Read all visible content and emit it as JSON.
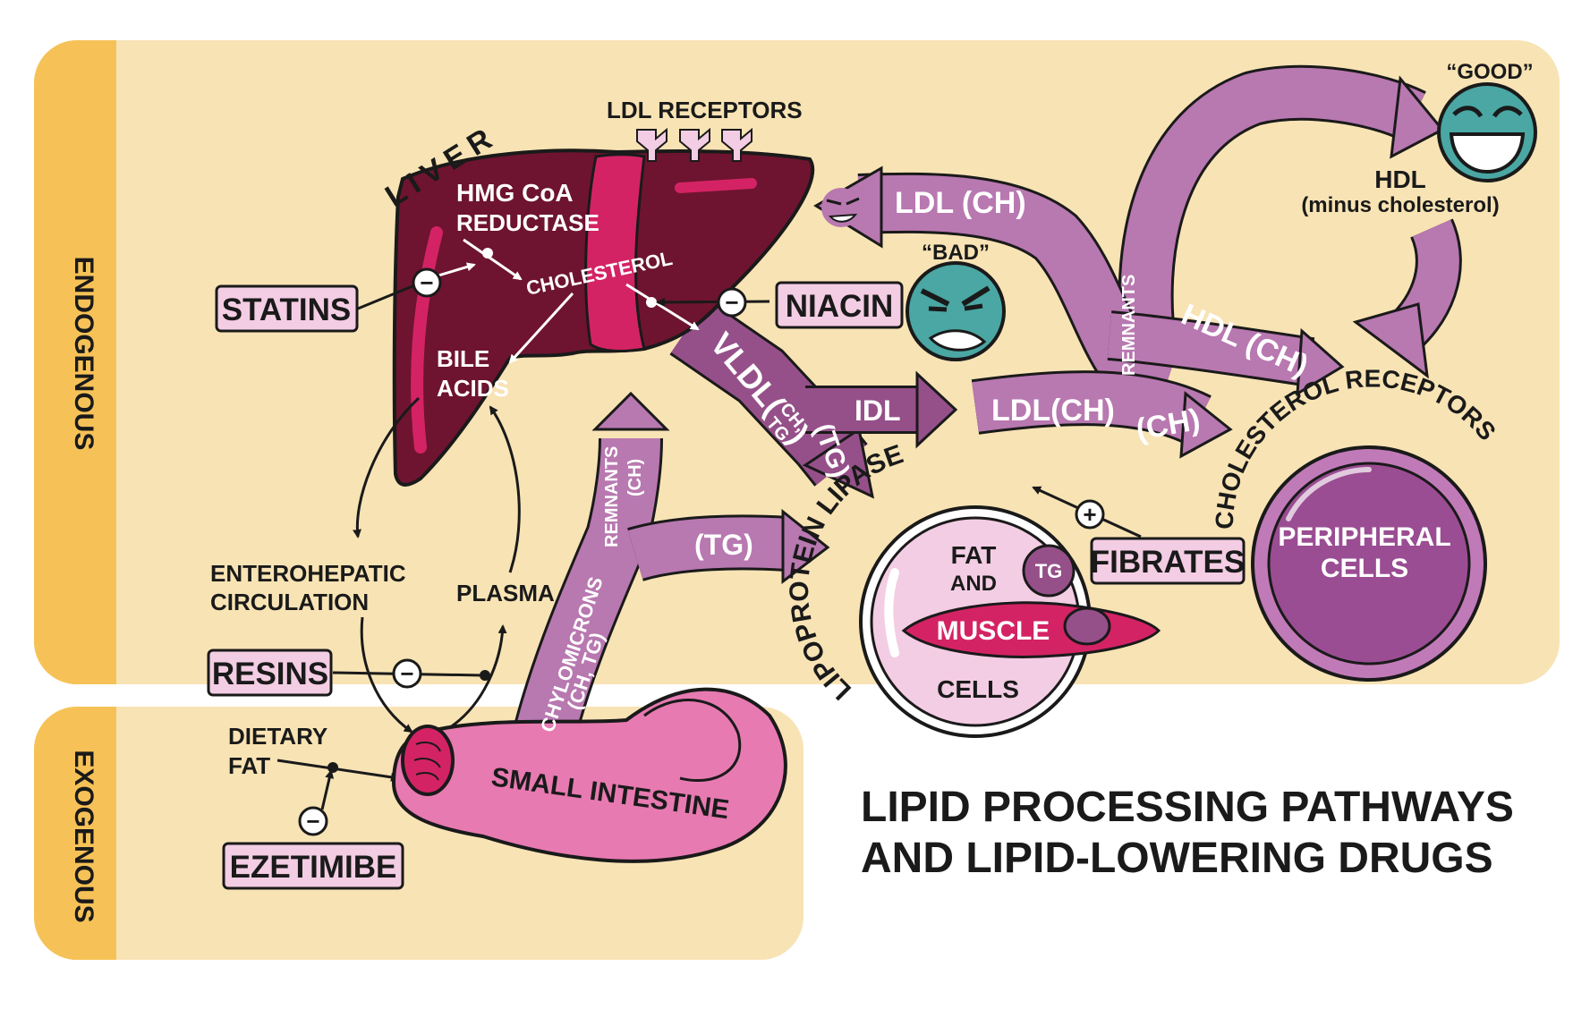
{
  "title": {
    "line1": "LIPID PROCESSING PATHWAYS",
    "line2": "AND LIPID-LOWERING DRUGS"
  },
  "sections": {
    "endogenous": "ENDOGENOUS",
    "exogenous": "EXOGENOUS"
  },
  "liver": {
    "label": "LIVER",
    "enzyme_line1": "HMG CoA",
    "enzyme_line2": "REDUCTASE",
    "cholesterol": "CHOLESTEROL",
    "bile_line1": "BILE",
    "bile_line2": "ACIDS",
    "receptors": "LDL RECEPTORS"
  },
  "drugs": {
    "statins": "STATINS",
    "niacin": "NIACIN",
    "resins": "RESINS",
    "ezetimibe": "EZETIMIBE",
    "fibrates": "FIBRATES"
  },
  "signs": {
    "minus": "−",
    "plus": "+"
  },
  "flows": {
    "vldl_main": "VLDL(",
    "vldl_ch": "CH,",
    "vldl_tg": "TG",
    "vldl_close": ")",
    "idl": "IDL",
    "tg_from_vldl": "(TG)",
    "ldl_ch_top": "LDL (CH)",
    "ldl_ch_mid": "LDL(CH)",
    "ch_mid": "(CH)",
    "hdl_ch": "HDL (CH)",
    "remnants_right": "REMNANTS",
    "remnants_chylo": "REMNANTS",
    "remnants_chylo_ch": "(CH)",
    "chylomicrons": "CHYLOMICRONS",
    "chylomicrons_sub": "(CH, TG)",
    "tg_chylo": "(TG)"
  },
  "circulation": {
    "entero_line1": "ENTEROHEPATIC",
    "entero_line2": "CIRCULATION",
    "plasma": "PLASMA"
  },
  "intestine": {
    "label": "SMALL INTESTINE",
    "dietary_line1": "DIETARY",
    "dietary_line2": "FAT"
  },
  "lipase": {
    "label": "LIPOPROTEIN LIPASE",
    "fat": "FAT",
    "and": "AND",
    "muscle": "MUSCLE",
    "cells": "CELLS",
    "tg": "TG"
  },
  "hdl": {
    "good": "“GOOD”",
    "label": "HDL",
    "sub": "(minus cholesterol)"
  },
  "bad": "“BAD”",
  "peripheral": {
    "receptors": "CHOLESTEROL RECEPTORS",
    "line1": "PERIPHERAL",
    "line2": "CELLS"
  },
  "colors": {
    "background": "#f8e3b4",
    "section_band": "#f6c257",
    "liver_dark": "#6e1430",
    "liver_mid": "#8a1c3d",
    "magenta": "#d42364",
    "arrow_purple": "#b878b0",
    "arrow_dark_purple": "#955089",
    "intestine_pink": "#e77ab1",
    "label_pink": "#f3cde3",
    "face_teal": "#4aa7a3"
  }
}
